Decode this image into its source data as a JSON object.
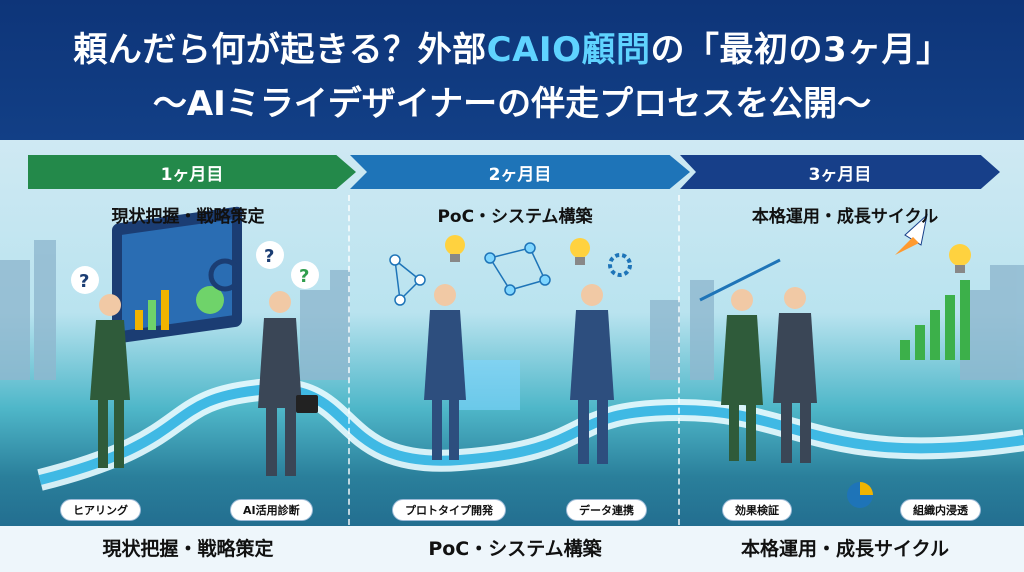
{
  "header": {
    "title_line1_part1": "頼んだら何が起きる？外部",
    "title_line1_highlight": "CAIO顧問",
    "title_line1_part2": "の「最初の3ヶ月」",
    "title_line2": "〜AIミライデザイナーの伴走プロセスを公開〜"
  },
  "phases": [
    {
      "month": "1ヶ月目",
      "title": "現状把握・戦略策定",
      "tags": [
        "ヒアリング",
        "AI活用診断"
      ],
      "bottom": "現状把握・戦略策定"
    },
    {
      "month": "2ヶ月目",
      "title": "PoC・システム構築",
      "tags": [
        "プロトタイプ開発",
        "データ連携"
      ],
      "bottom": "PoC・システム構築"
    },
    {
      "month": "3ヶ月目",
      "title": "本格運用・成長サイクル",
      "tags": [
        "効果検証",
        "組織内浸透"
      ],
      "bottom": "本格運用・成長サイクル"
    }
  ],
  "colors": {
    "month1": "#23894a",
    "month2": "#1e74b8",
    "month3": "#173f89",
    "accent": "#5fd3ff"
  },
  "icons": [
    "question-icon",
    "magnifier-icon",
    "network-icon",
    "lightbulb-icon",
    "gear-icon",
    "rocket-icon",
    "bar-chart-icon",
    "pie-chart-icon"
  ]
}
